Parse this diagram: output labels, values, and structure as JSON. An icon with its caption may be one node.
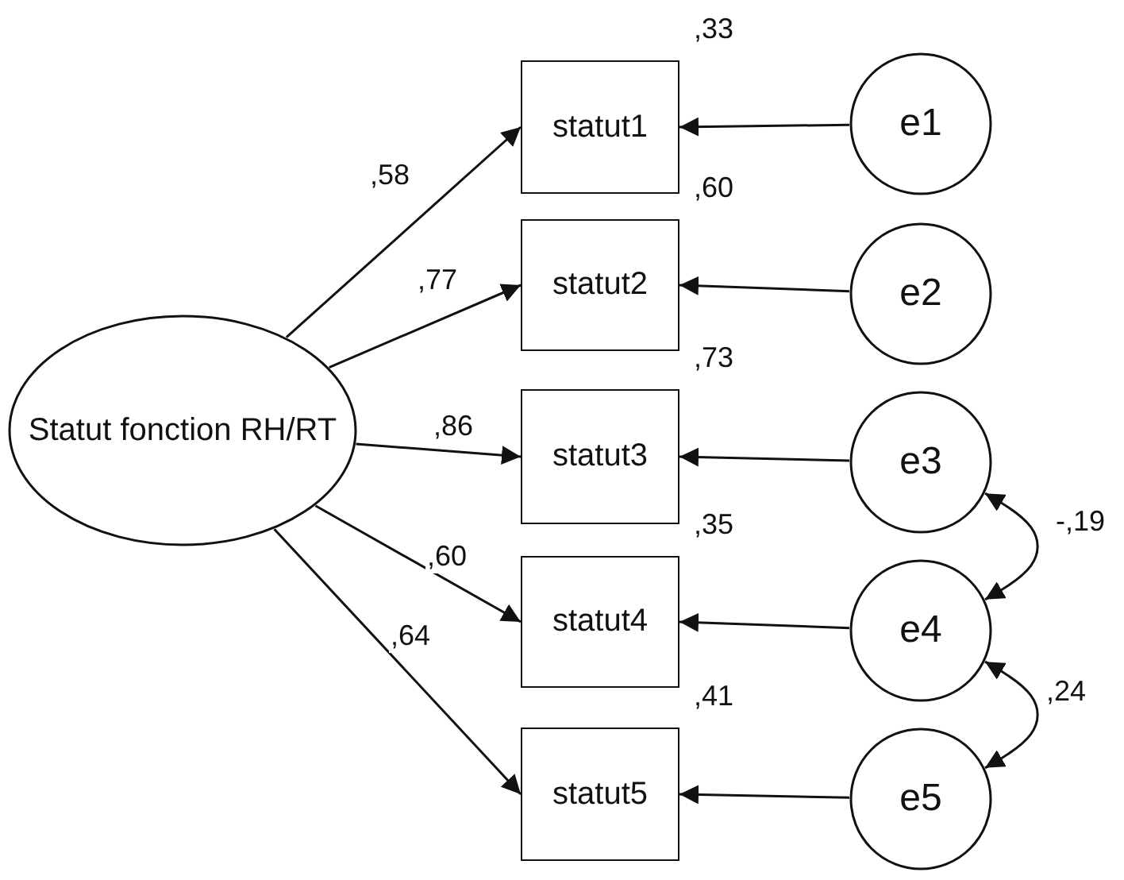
{
  "diagram": {
    "nodes": [
      {
        "text": [
          "Statut fonction RH/RT"
        ]
      },
      {
        "text": [
          "statut1"
        ],
        "beside": [
          ",33"
        ]
      },
      {
        "text": [
          "statut2"
        ],
        "beside": [
          ",60"
        ]
      },
      {
        "text": [
          "statut3"
        ],
        "beside": [
          ",73"
        ]
      },
      {
        "text": [
          "statut4"
        ],
        "beside": [
          ",35"
        ]
      },
      {
        "text": [
          "statut5"
        ],
        "beside": [
          ",41"
        ]
      },
      {
        "text": [
          "e1"
        ]
      },
      {
        "text": [
          "e2"
        ]
      },
      {
        "text": [
          "e3"
        ]
      },
      {
        "text": [
          "e4"
        ]
      },
      {
        "text": [
          "e5"
        ]
      }
    ],
    "edges": [
      {
        "from": 0,
        "to": 1,
        "arrow": "to",
        "label": ",58"
      },
      {
        "from": 0,
        "to": 2,
        "arrow": "to",
        "label": ",77"
      },
      {
        "from": 0,
        "to": 3,
        "arrow": "to",
        "label": ",86"
      },
      {
        "from": 0,
        "to": 4,
        "arrow": "to",
        "label": ",60"
      },
      {
        "from": 0,
        "to": 5,
        "arrow": "to",
        "label": ",64"
      },
      {
        "from": 6,
        "to": 1,
        "arrow": "to"
      },
      {
        "from": 7,
        "to": 2,
        "arrow": "to"
      },
      {
        "from": 8,
        "to": 3,
        "arrow": "to"
      },
      {
        "from": 9,
        "to": 4,
        "arrow": "to"
      },
      {
        "from": 10,
        "to": 5,
        "arrow": "to"
      },
      {
        "from": 8,
        "to": 9,
        "arrow": "both",
        "label": "-,19"
      },
      {
        "from": 9,
        "to": 10,
        "arrow": "both",
        "label": ",24"
      }
    ]
  }
}
